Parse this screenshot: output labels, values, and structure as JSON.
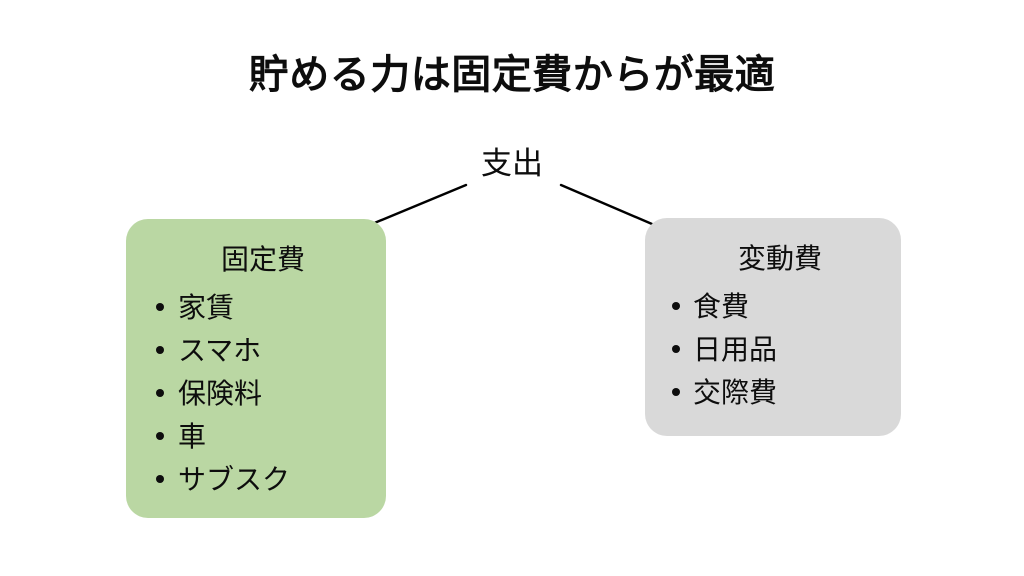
{
  "slide": {
    "title": "貯める力は固定費からが最適",
    "background_color": "#ffffff"
  },
  "diagram": {
    "type": "tree",
    "root": {
      "label": "支出"
    },
    "branches": [
      {
        "id": "fixed-costs",
        "heading": "固定費",
        "fill_color": "#bad7a3",
        "items": [
          {
            "label": "家賃"
          },
          {
            "label": "スマホ"
          },
          {
            "label": "保険料"
          },
          {
            "label": "車"
          },
          {
            "label": "サブスク"
          }
        ]
      },
      {
        "id": "variable-costs",
        "heading": "変動費",
        "fill_color": "#d9d9d9",
        "items": [
          {
            "label": "食費"
          },
          {
            "label": "日用品"
          },
          {
            "label": "交際費"
          }
        ]
      }
    ],
    "connector_color": "#000000"
  }
}
